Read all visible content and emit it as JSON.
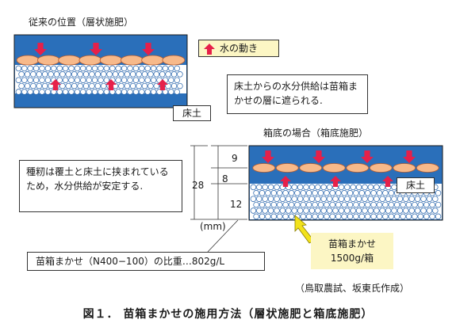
{
  "top_panel": {
    "title": "従来の位置（層状施肥）",
    "label_soil": "床土",
    "note": "床土からの水分供給は苗箱まかせの層に遮られる."
  },
  "legend": {
    "label": "水の動き",
    "icon": "up-arrow-icon",
    "color": "#e6204a"
  },
  "bottom_panel": {
    "title": "箱底の場合（箱底施肥）",
    "label_soil": "床土",
    "note": "種籾は覆土と床土に挟まれているため，水分供給が安定する.",
    "dims": {
      "total": "28",
      "top": "9",
      "middle": "8",
      "bottom": "12",
      "unit": "(mm)"
    }
  },
  "fertilizer_box": {
    "line1": "苗箱まかせ",
    "line2": "1500g/箱",
    "color": "#fcf6c4"
  },
  "density_note": "苗箱まかせ（N400−100）の比重…802g/L",
  "credit": "（鳥取農試、坂東氏作成）",
  "caption": "図１． 苗箱まかせの施用方法（層状施肥と箱底施肥）",
  "colors": {
    "blue": "#2a6fba",
    "blue_dark": "#1f5ea8",
    "seed": "#f7b98a",
    "seed_edge": "#b45a2e",
    "arrow": "#e6204a",
    "yellow_arrow": "#f2e21c"
  }
}
